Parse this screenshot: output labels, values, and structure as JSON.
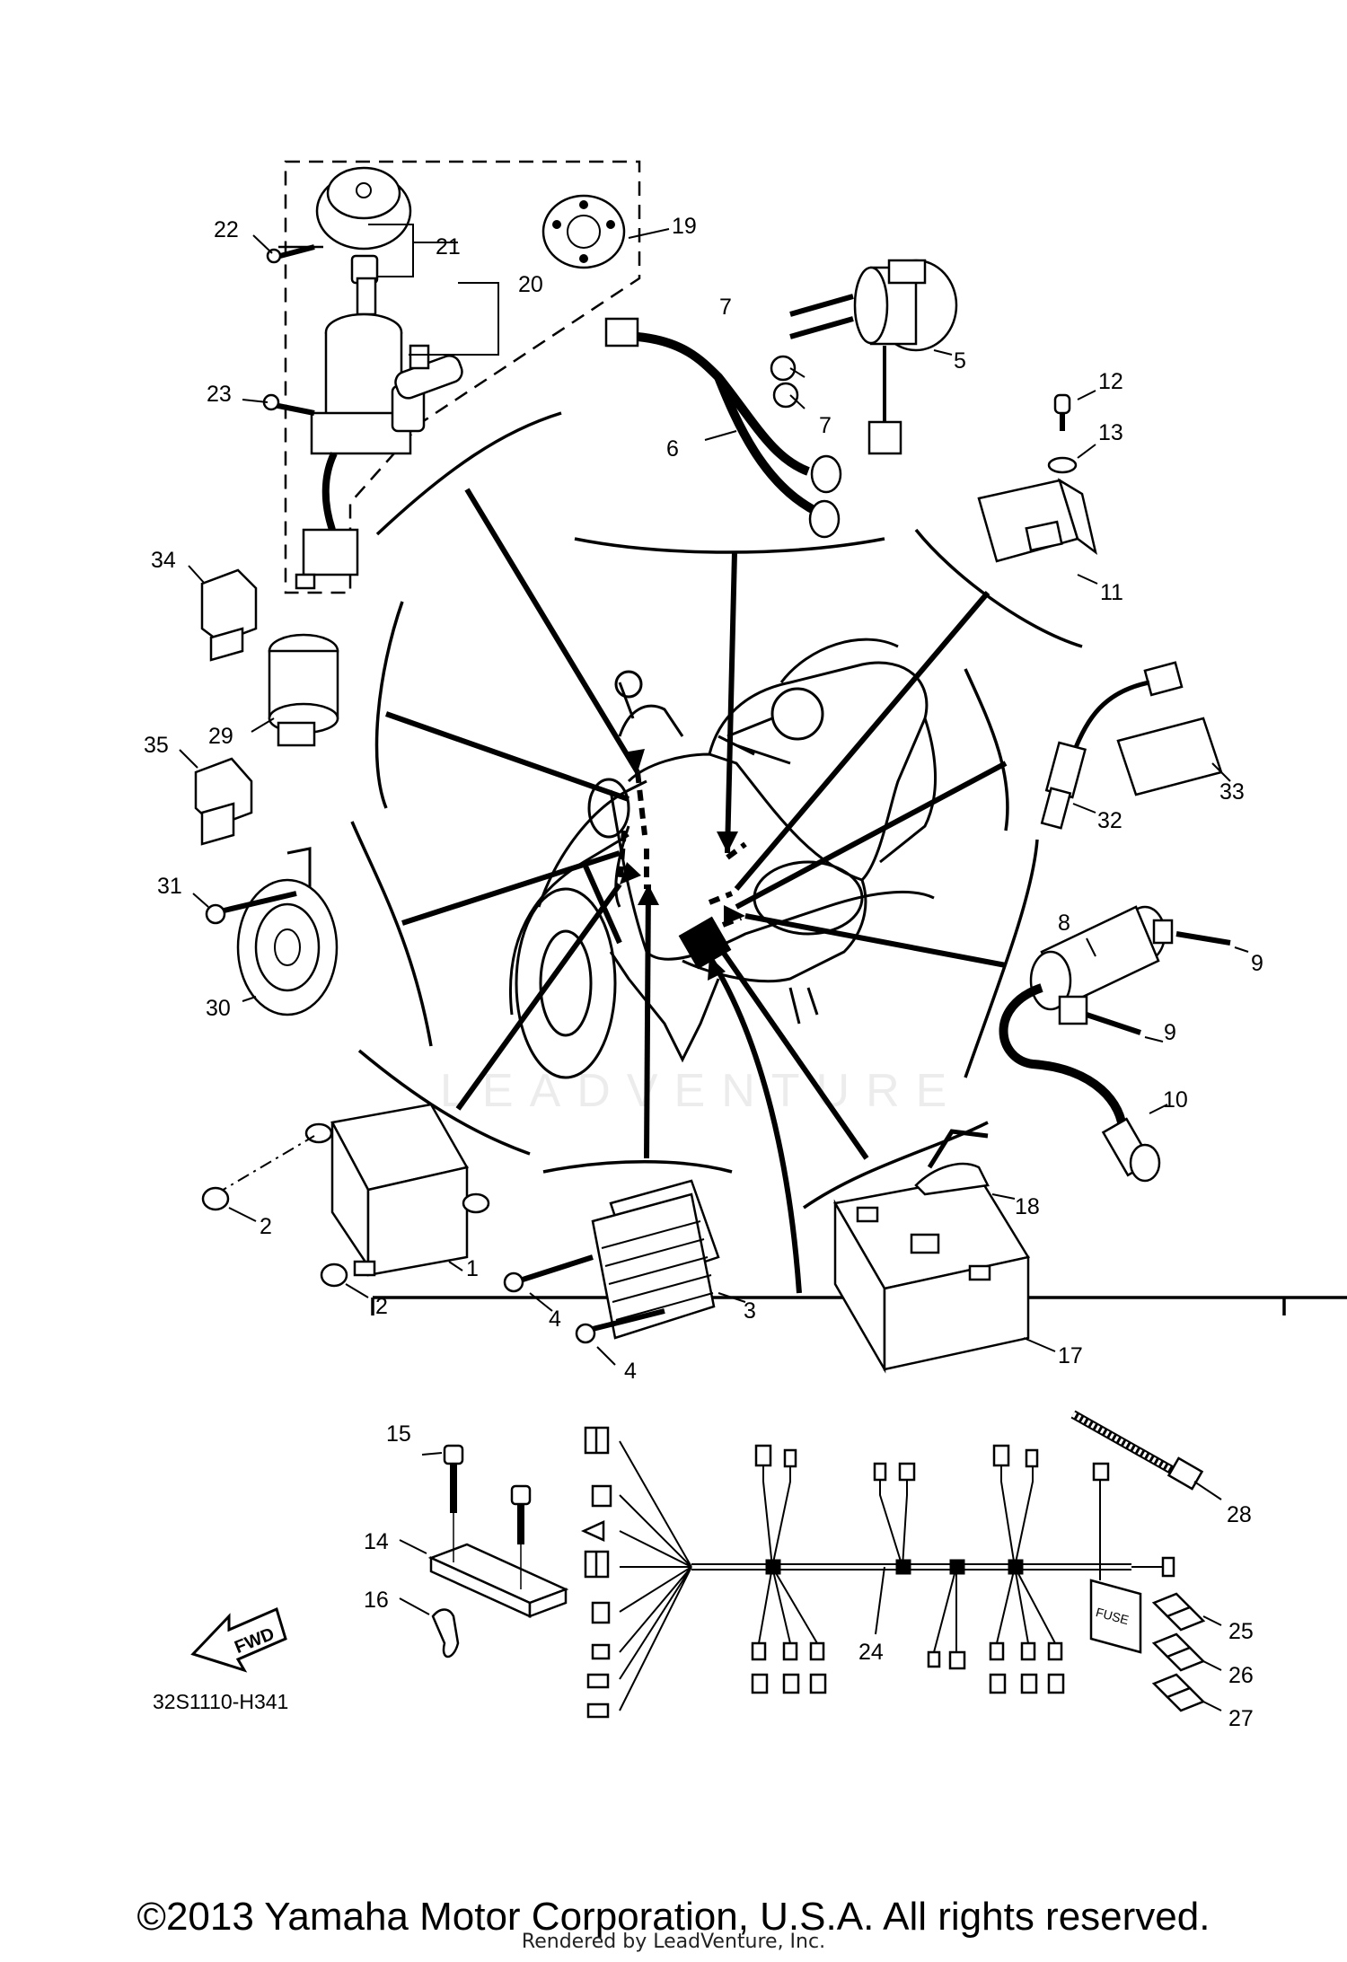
{
  "diagram": {
    "drawing_code": "32S1110-H341",
    "watermark": "LEADVENTURE",
    "fwd_label": "FWD",
    "fuse_label": "FUSE",
    "callouts": [
      "1",
      "2",
      "2",
      "3",
      "4",
      "4",
      "5",
      "6",
      "7",
      "7",
      "8",
      "9",
      "9",
      "10",
      "11",
      "12",
      "13",
      "14",
      "15",
      "16",
      "17",
      "18",
      "19",
      "20",
      "21",
      "22",
      "23",
      "24",
      "25",
      "26",
      "27",
      "28",
      "29",
      "30",
      "31",
      "32",
      "33",
      "34",
      "35"
    ]
  },
  "footer": {
    "copyright": "©2013 Yamaha Motor Corporation, U.S.A. All rights reserved.",
    "rendered_by": "Rendered by LeadVenture, Inc."
  }
}
